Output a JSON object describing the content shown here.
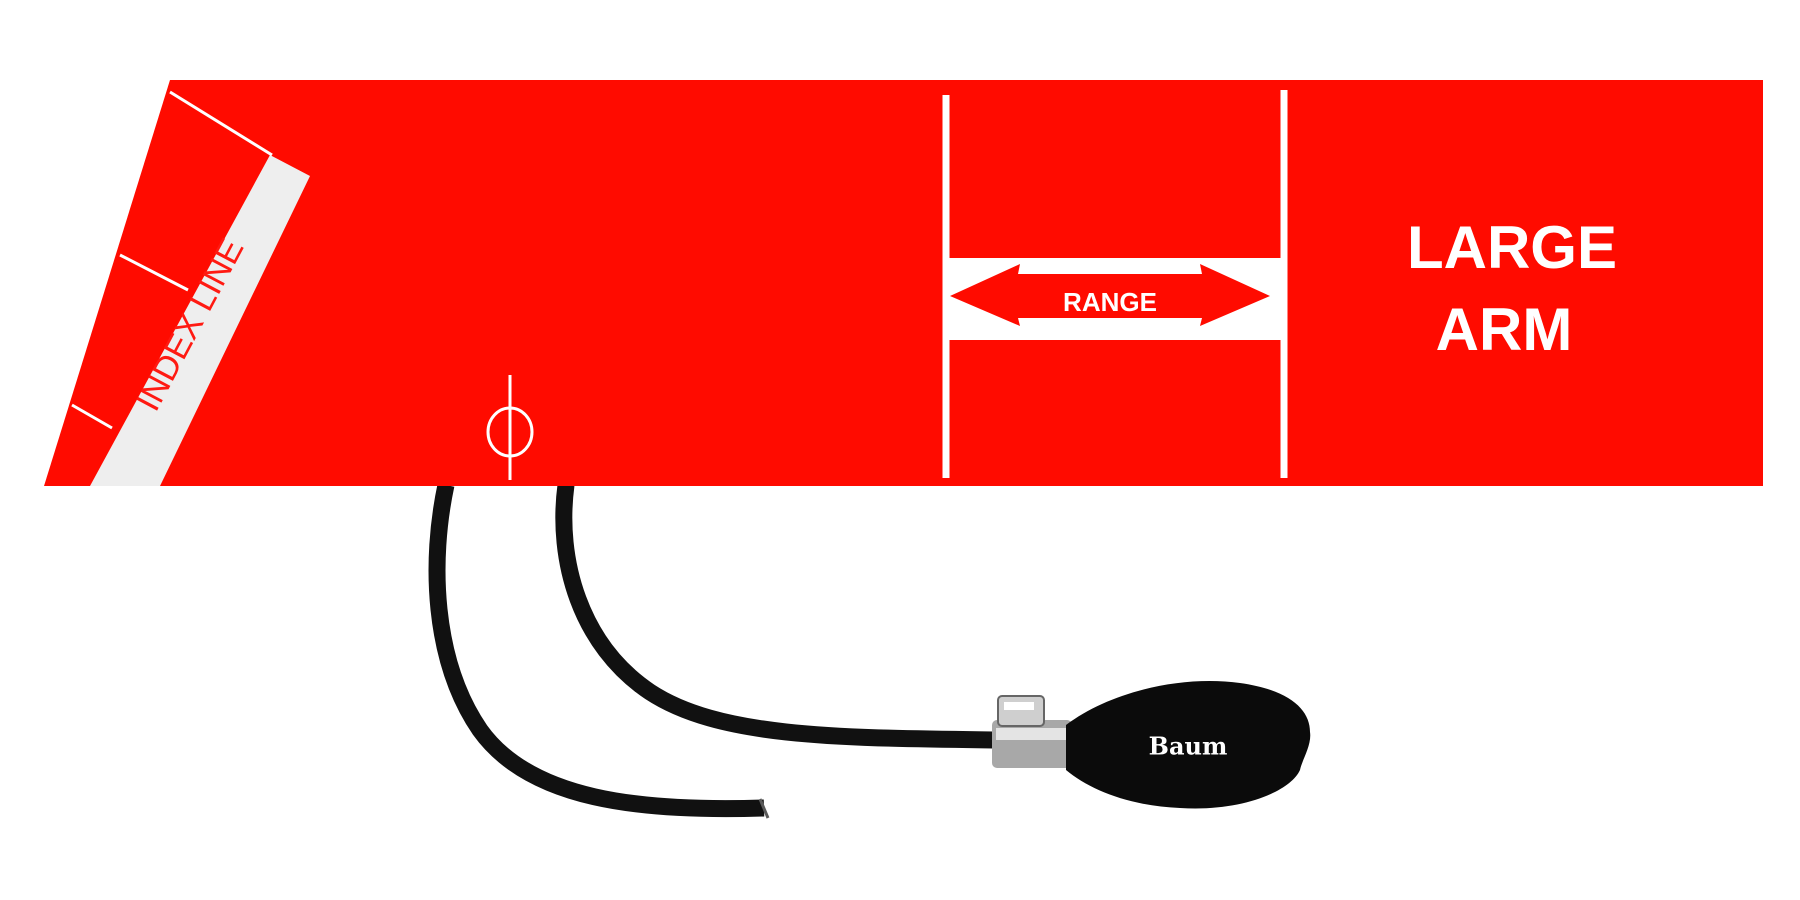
{
  "cuff": {
    "size_label_line1": "LARGE",
    "size_label_line2": "ARM",
    "index_label": "INDEX LINE",
    "range_label": "RANGE"
  },
  "bulb": {
    "brand_label": "Baum"
  },
  "colors": {
    "cuff": "#ff0b00",
    "tube": "#111111",
    "bulb": "#0b0b0b",
    "markings": "#ffffff"
  }
}
